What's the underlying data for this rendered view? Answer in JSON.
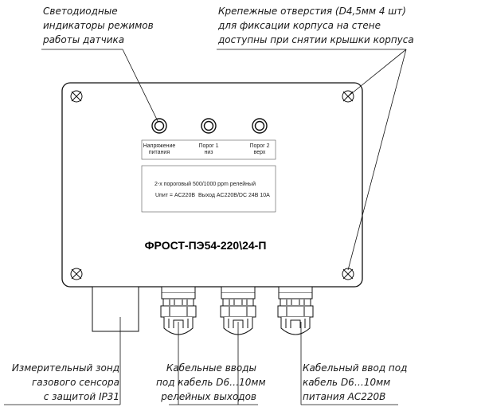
{
  "callouts": {
    "leds": {
      "lines": [
        "Светодиодные",
        "индикаторы режимов",
        "работы датчика"
      ]
    },
    "mounting_holes": {
      "lines": [
        "Крепежные отверстия (D4,5мм 4 шт)",
        "для фиксации корпуса на стене",
        "доступны при снятии крышки корпуса"
      ]
    },
    "probe": {
      "lines": [
        "Измерительный зонд",
        "газового сенсора",
        "с защитой IP31"
      ]
    },
    "relay_glands": {
      "lines": [
        "Кабельные вводы",
        "под кабель D6…10мм",
        "релейных выходов"
      ]
    },
    "power_gland": {
      "lines": [
        "Кабельный ввод под",
        "кабель D6…10мм",
        "питания AC220В"
      ]
    }
  },
  "panel": {
    "led_labels": [
      {
        "lines": [
          "Напряжение",
          "питания"
        ]
      },
      {
        "lines": [
          "Порог 1",
          "низ"
        ]
      },
      {
        "lines": [
          "Порог 2",
          "верх"
        ]
      }
    ],
    "spec_lines": [
      "2-х пороговый 500/1000 ppm релейный",
      "Uпит = AC220В",
      "Выход AC220В/DC 24В 10А"
    ],
    "model": "ФРОСТ-ПЭ54-220\\24-П"
  }
}
